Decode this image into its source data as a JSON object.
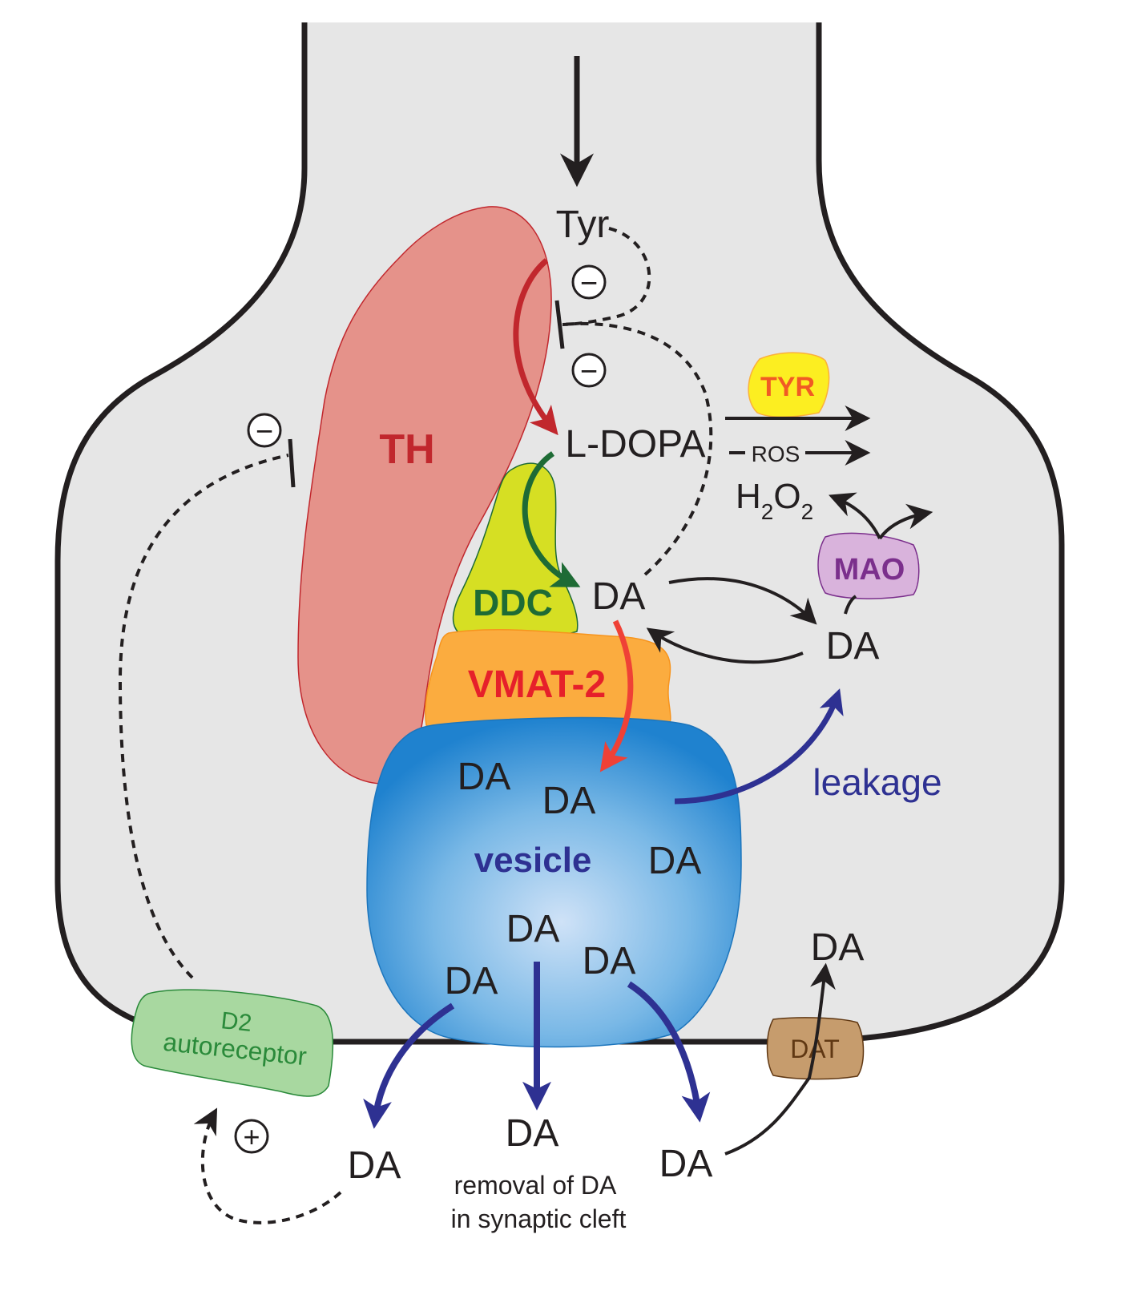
{
  "labels": {
    "tyr": "Tyr",
    "minus": "−",
    "plus": "+",
    "ldopa": "L-DOPA",
    "ros": "ROS",
    "h2o2_h": "H",
    "h2o2_2a": "2",
    "h2o2_o": "O",
    "h2o2_2b": "2",
    "da": "DA",
    "leakage": "leakage",
    "vesicle": "vesicle",
    "removal_line1": "removal of DA",
    "removal_line2": "in synaptic cleft"
  },
  "enzymes": {
    "th": "TH",
    "ddc": "DDC",
    "vmat2": "VMAT-2",
    "tyr_enzyme": "TYR",
    "mao": "MAO",
    "dat": "DAT",
    "d2_line1": "D2",
    "d2_line2": "autoreceptor"
  },
  "colors": {
    "neuron_fill": "#e6e6e6",
    "th_fill": "#e5928a",
    "th_text": "#c1272d",
    "ddc_fill": "#d6df23",
    "ddc_text": "#1e6b35",
    "vmat_fill": "#fbac3f",
    "vmat_text": "#e6202a",
    "vesicle_fill": "#6fb3e3",
    "vesicle_text": "#2e3192",
    "tyr_fill": "#fcee21",
    "tyr_text": "#f15a24",
    "mao_fill": "#d9b3dc",
    "mao_text": "#7b2f8c",
    "dat_fill": "#c69c6d",
    "dat_text": "#603813",
    "d2_fill": "#a8d8a0",
    "d2_text": "#2a8a3a",
    "blue_arrow": "#2e3192",
    "red_arrow": "#c1272d",
    "green_arrow": "#1e6b35"
  }
}
